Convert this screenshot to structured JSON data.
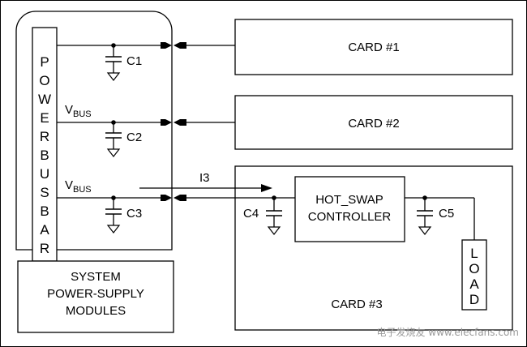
{
  "bus_bar": {
    "letters": [
      "P",
      "O",
      "W",
      "E",
      "R",
      "B",
      "U",
      "S",
      "B",
      "A",
      "R"
    ]
  },
  "supply_modules": {
    "lines": [
      "SYSTEM",
      "POWER-SUPPLY",
      "MODULES"
    ]
  },
  "capacitors": {
    "c1": "C1",
    "c2": "C2",
    "c3": "C3",
    "c4": "C4",
    "c5": "C5"
  },
  "vbus": {
    "main": "V",
    "sub": "BUS"
  },
  "current_label": "I3",
  "cards": {
    "card1": "CARD #1",
    "card2": "CARD #2",
    "card3": "CARD #3"
  },
  "controller": {
    "line1": "HOT_SWAP",
    "line2": "CONTROLLER"
  },
  "load": {
    "letters": [
      "L",
      "O",
      "A",
      "D"
    ]
  },
  "watermark": "电子发烧友 www.elecfans.com"
}
